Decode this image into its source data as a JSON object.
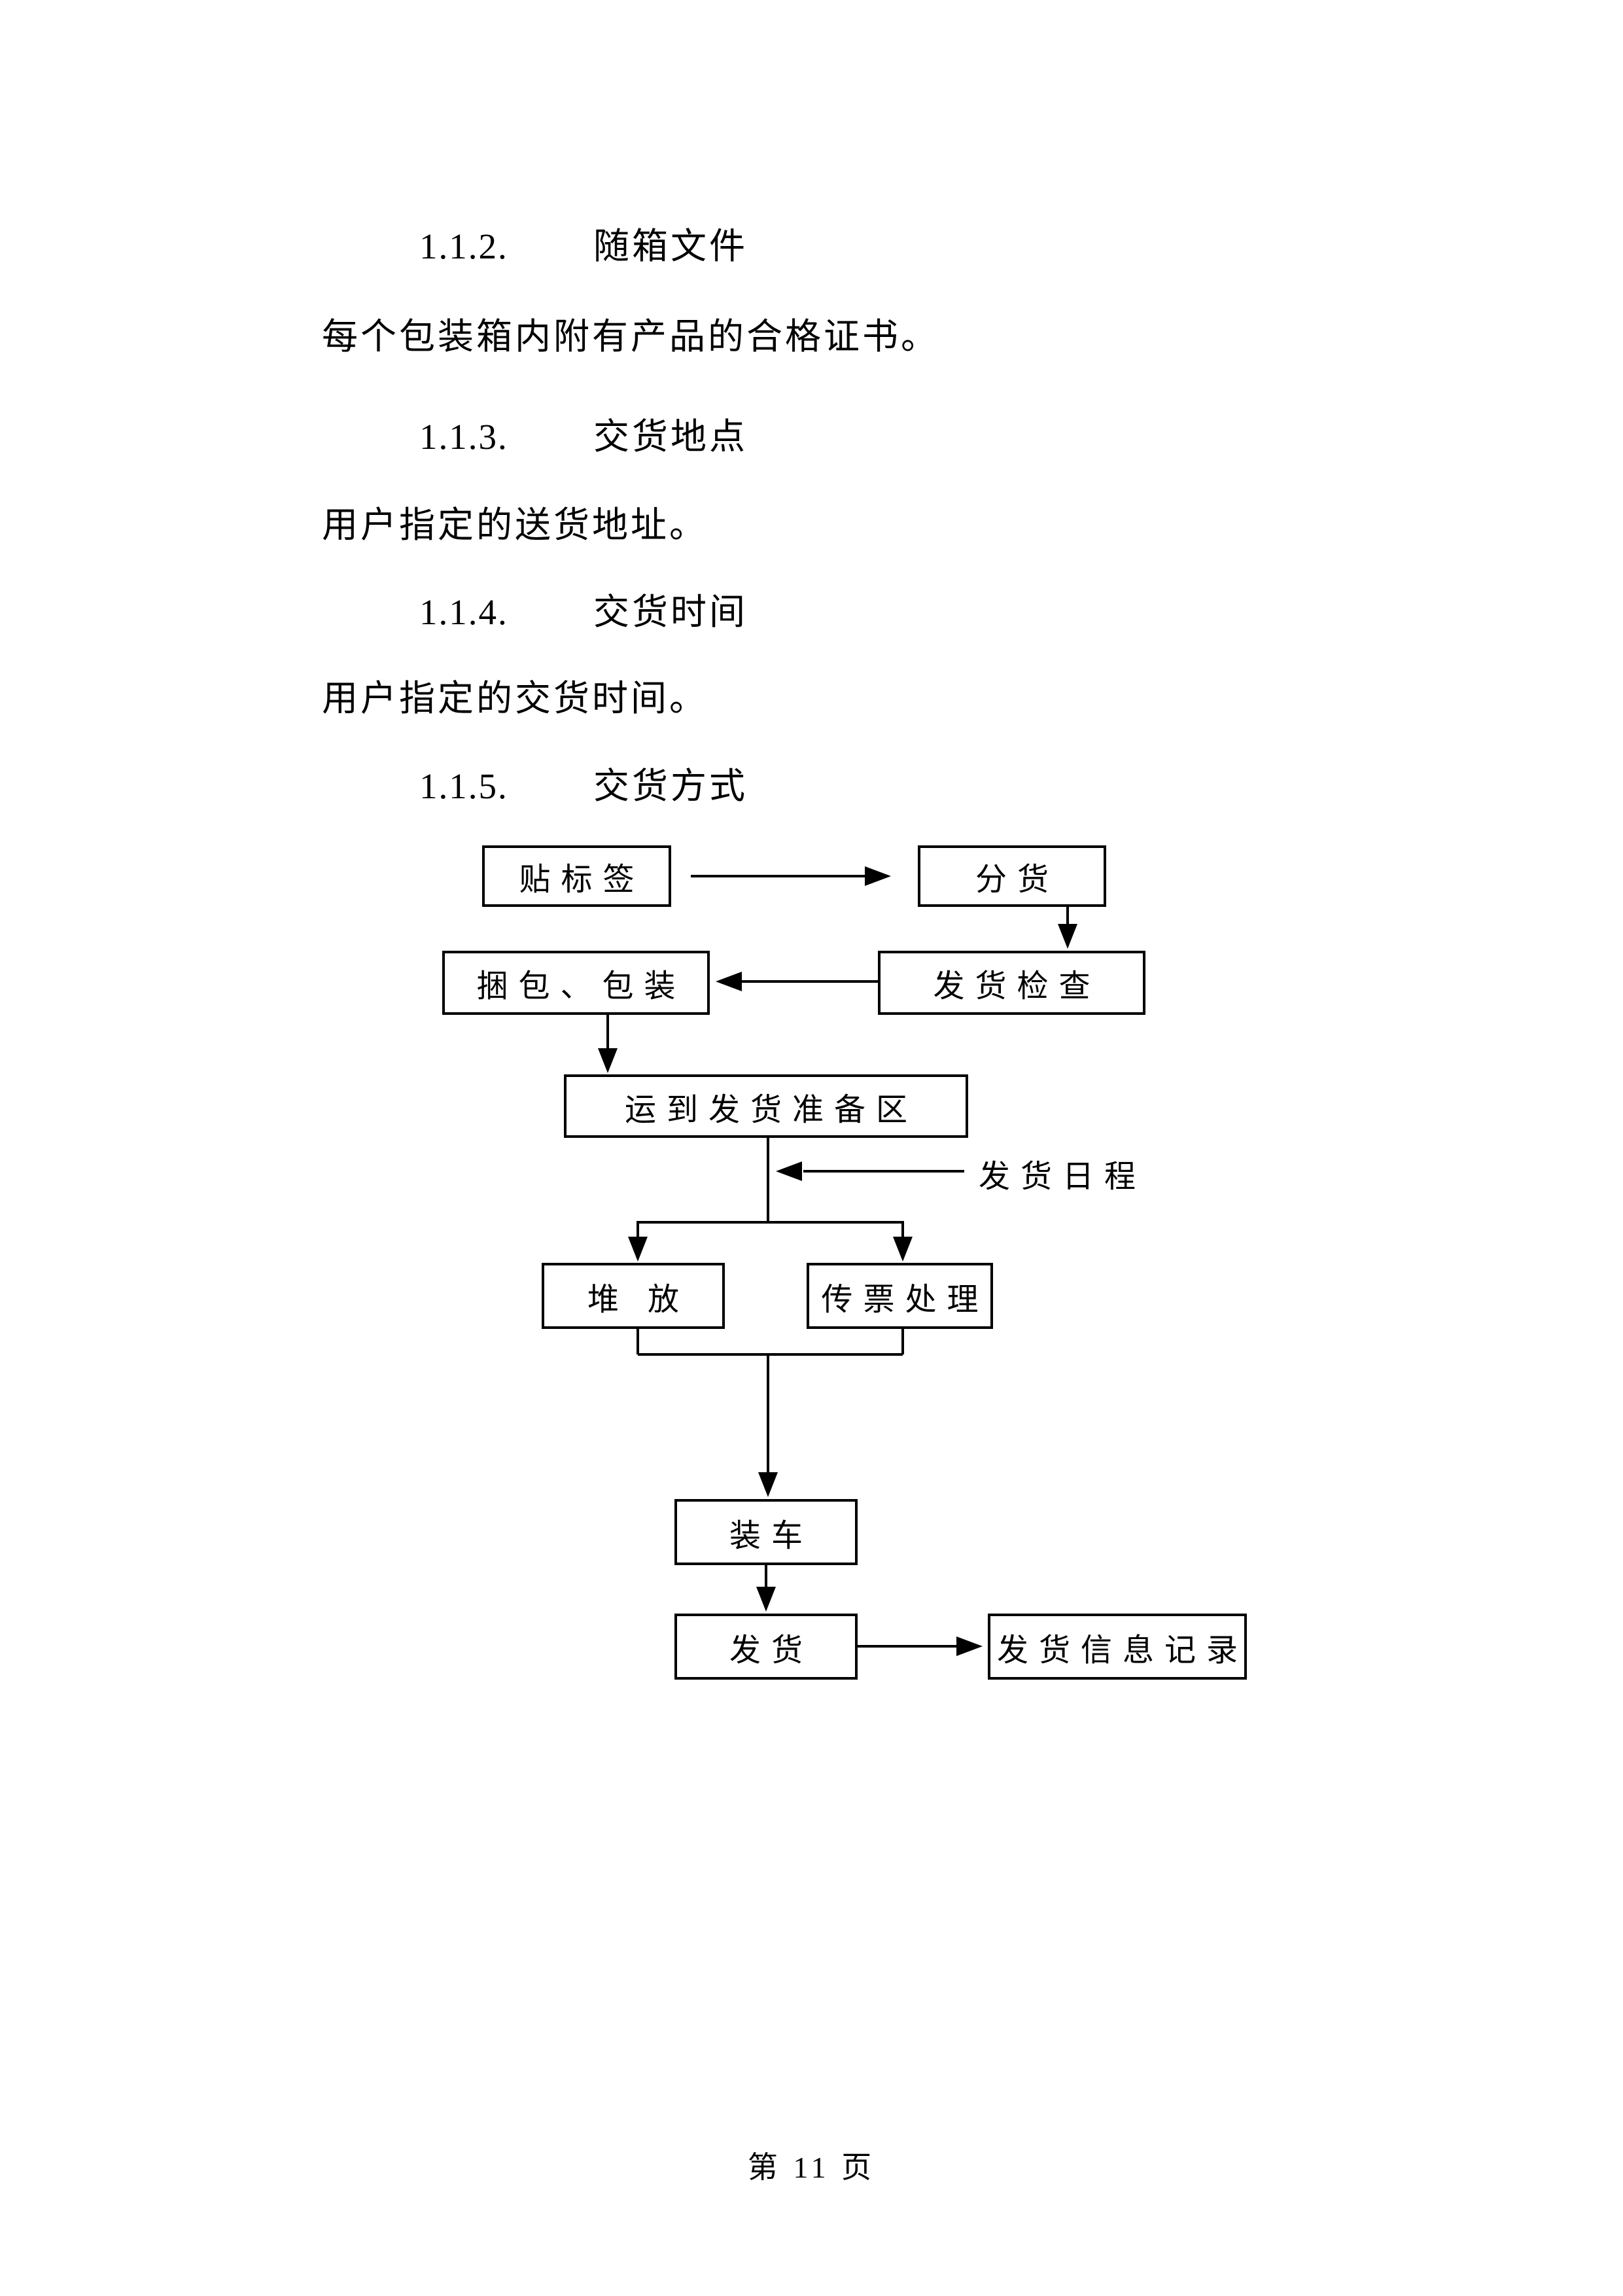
{
  "colors": {
    "text": "#000000",
    "line": "#000000",
    "background": "#ffffff"
  },
  "sections": [
    {
      "number": "1.1.2.",
      "title": "随箱文件",
      "body": "每个包装箱内附有产品的合格证书。"
    },
    {
      "number": "1.1.3.",
      "title": "交货地点",
      "body": "用户指定的送货地址。"
    },
    {
      "number": "1.1.4.",
      "title": "交货时间",
      "body": "用户指定的交货时间。"
    },
    {
      "number": "1.1.5.",
      "title": "交货方式",
      "body": ""
    }
  ],
  "flowchart": {
    "boxes": [
      {
        "id": "attach-label",
        "label": "贴标签"
      },
      {
        "id": "sort-goods",
        "label": "分货"
      },
      {
        "id": "bundle-package",
        "label": "捆包、包装"
      },
      {
        "id": "shipping-check",
        "label": "发货检查"
      },
      {
        "id": "move-to-staging-area",
        "label": "运到发货准备区"
      },
      {
        "id": "stacking",
        "label": "堆 放"
      },
      {
        "id": "voucher-processing",
        "label": "传票处理"
      },
      {
        "id": "load-truck",
        "label": "装车"
      },
      {
        "id": "ship-goods",
        "label": "发货"
      },
      {
        "id": "shipping-info-record",
        "label": "发货信息记录"
      }
    ],
    "annotation": "发货日程"
  },
  "footer": {
    "page_label": "第 11 页"
  }
}
